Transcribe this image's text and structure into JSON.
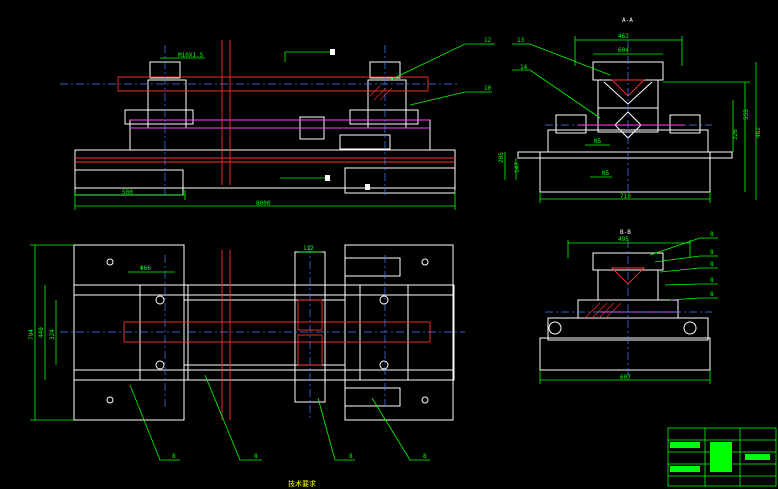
{
  "labels": {
    "thread": "M10X1.5",
    "callout_12": "12",
    "callout_10": "10",
    "callout_14": "14",
    "callout_13": "13",
    "dim_500": "500",
    "dim_8000": "8000",
    "section_aa": "A-A",
    "dim_462": "462",
    "dim_604": "604",
    "dim_326": "326",
    "dim_462v": "462",
    "dim_555": "555",
    "dim_285": "285",
    "dim_147": "147",
    "dim_719": "719",
    "dim_n5a": "N5",
    "dim_n5b": "N5",
    "section_bb": "B-B",
    "dim_495": "495",
    "dim_607": "607",
    "dim_112": "112",
    "dim_66": "Φ66",
    "dim_794": "794",
    "dim_440": "440",
    "dim_324": "324",
    "callout_b1": "8",
    "callout_b2": "8",
    "callout_b3": "8",
    "callout_b4": "8",
    "callout_r1": "8",
    "callout_r2": "8",
    "callout_r3": "8",
    "callout_r4": "8",
    "callout_r5": "8",
    "caption": "技术要求"
  },
  "colors": {
    "background": "#000000",
    "outline": "#ffffff",
    "dimension": "#00ff00",
    "centerline": "#4f7fff",
    "section": "#ff3030",
    "leader": "#ffff00"
  }
}
